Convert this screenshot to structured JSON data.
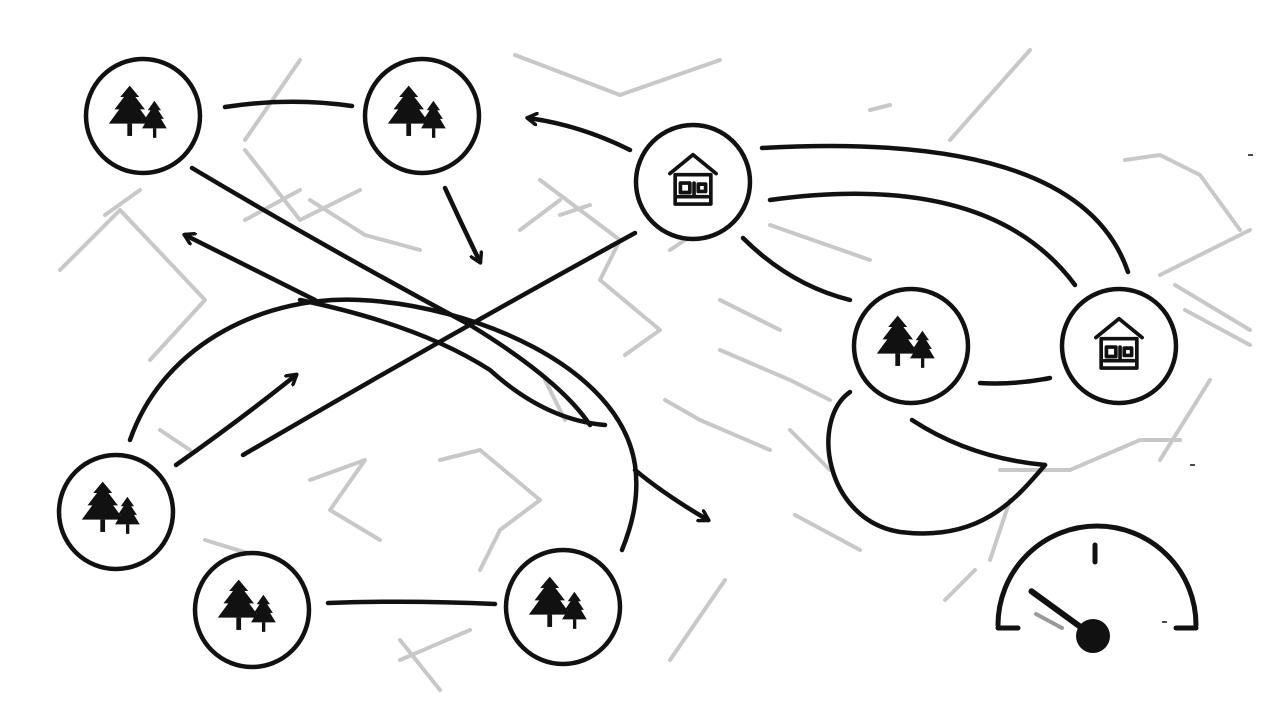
{
  "diagram": {
    "nodes": [
      {
        "id": "forest-1",
        "kind": "forest"
      },
      {
        "id": "forest-2",
        "kind": "forest"
      },
      {
        "id": "cabin-1",
        "kind": "cabin"
      },
      {
        "id": "forest-3",
        "kind": "forest"
      },
      {
        "id": "cabin-2",
        "kind": "cabin"
      },
      {
        "id": "forest-4",
        "kind": "forest"
      },
      {
        "id": "forest-5",
        "kind": "forest"
      },
      {
        "id": "forest-6",
        "kind": "forest"
      }
    ],
    "gauge": {
      "kind": "speedometer",
      "level": 0.2
    }
  },
  "colors": {
    "ink": "#111111",
    "map_lines": "#c8c8c8",
    "background": "#ffffff"
  }
}
